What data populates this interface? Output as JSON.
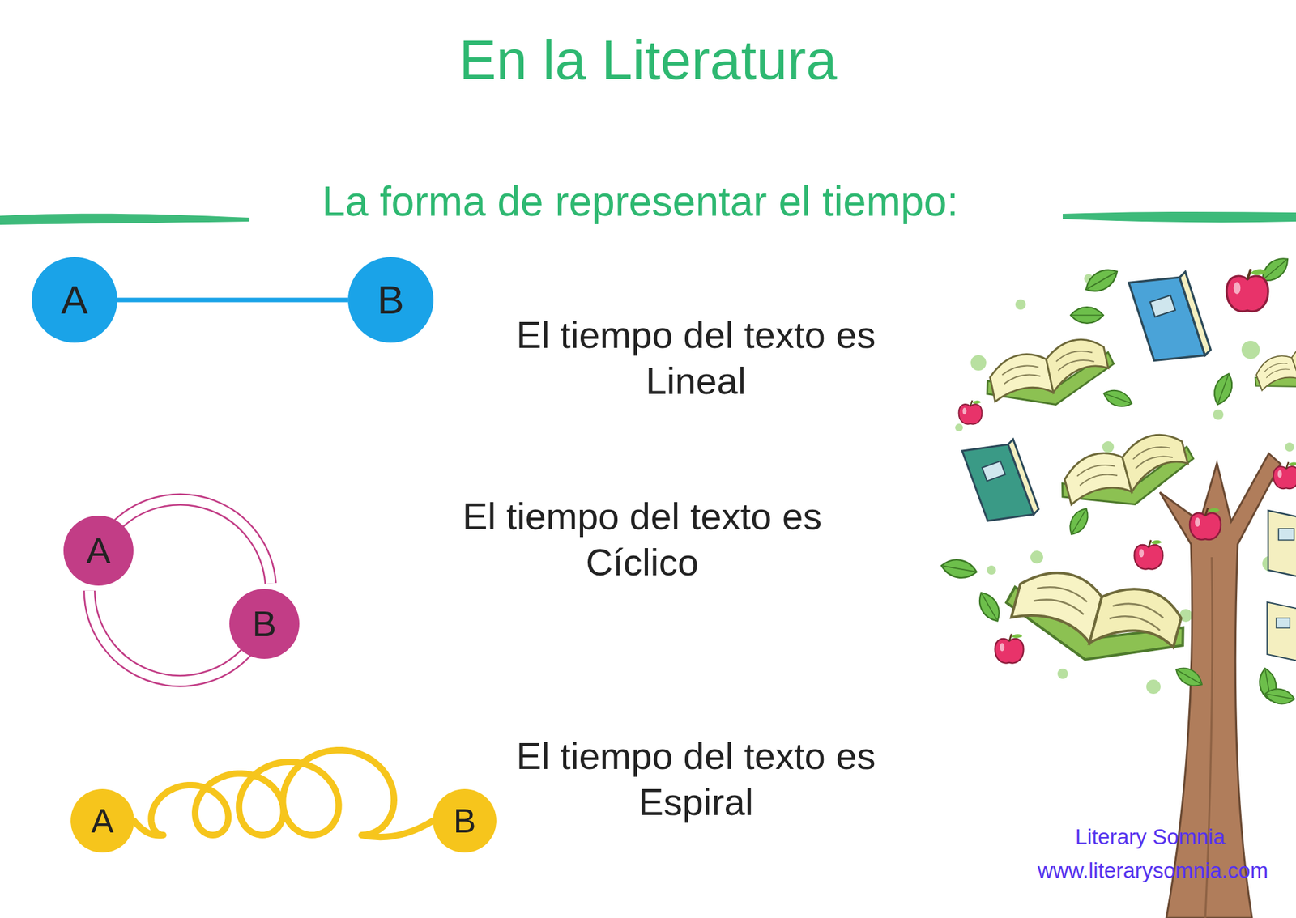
{
  "diagram": {
    "title": "En la Literatura",
    "nodes": [
      {
        "text": [
          "A"
        ]
      },
      {
        "text": [
          "B"
        ]
      },
      {
        "text": [
          "A"
        ]
      },
      {
        "text": [
          "B"
        ]
      },
      {
        "text": [
          "A"
        ]
      },
      {
        "text": [
          "B"
        ]
      }
    ],
    "edges": [
      {
        "from": 0,
        "to": 1,
        "arrow": "none"
      },
      {
        "from": 2,
        "to": 3,
        "arrow": "none"
      },
      {
        "from": 3,
        "to": 2,
        "arrow": "none"
      },
      {
        "from": 4,
        "to": 5,
        "arrow": "none"
      }
    ],
    "labels": [
      "La forma de representar el tiempo:",
      "El tiempo del texto es Lineal",
      "El tiempo del texto es Cíclico",
      "El tiempo del texto es Espiral",
      "Literary Somnia",
      "www.literarysomnia.com"
    ]
  }
}
